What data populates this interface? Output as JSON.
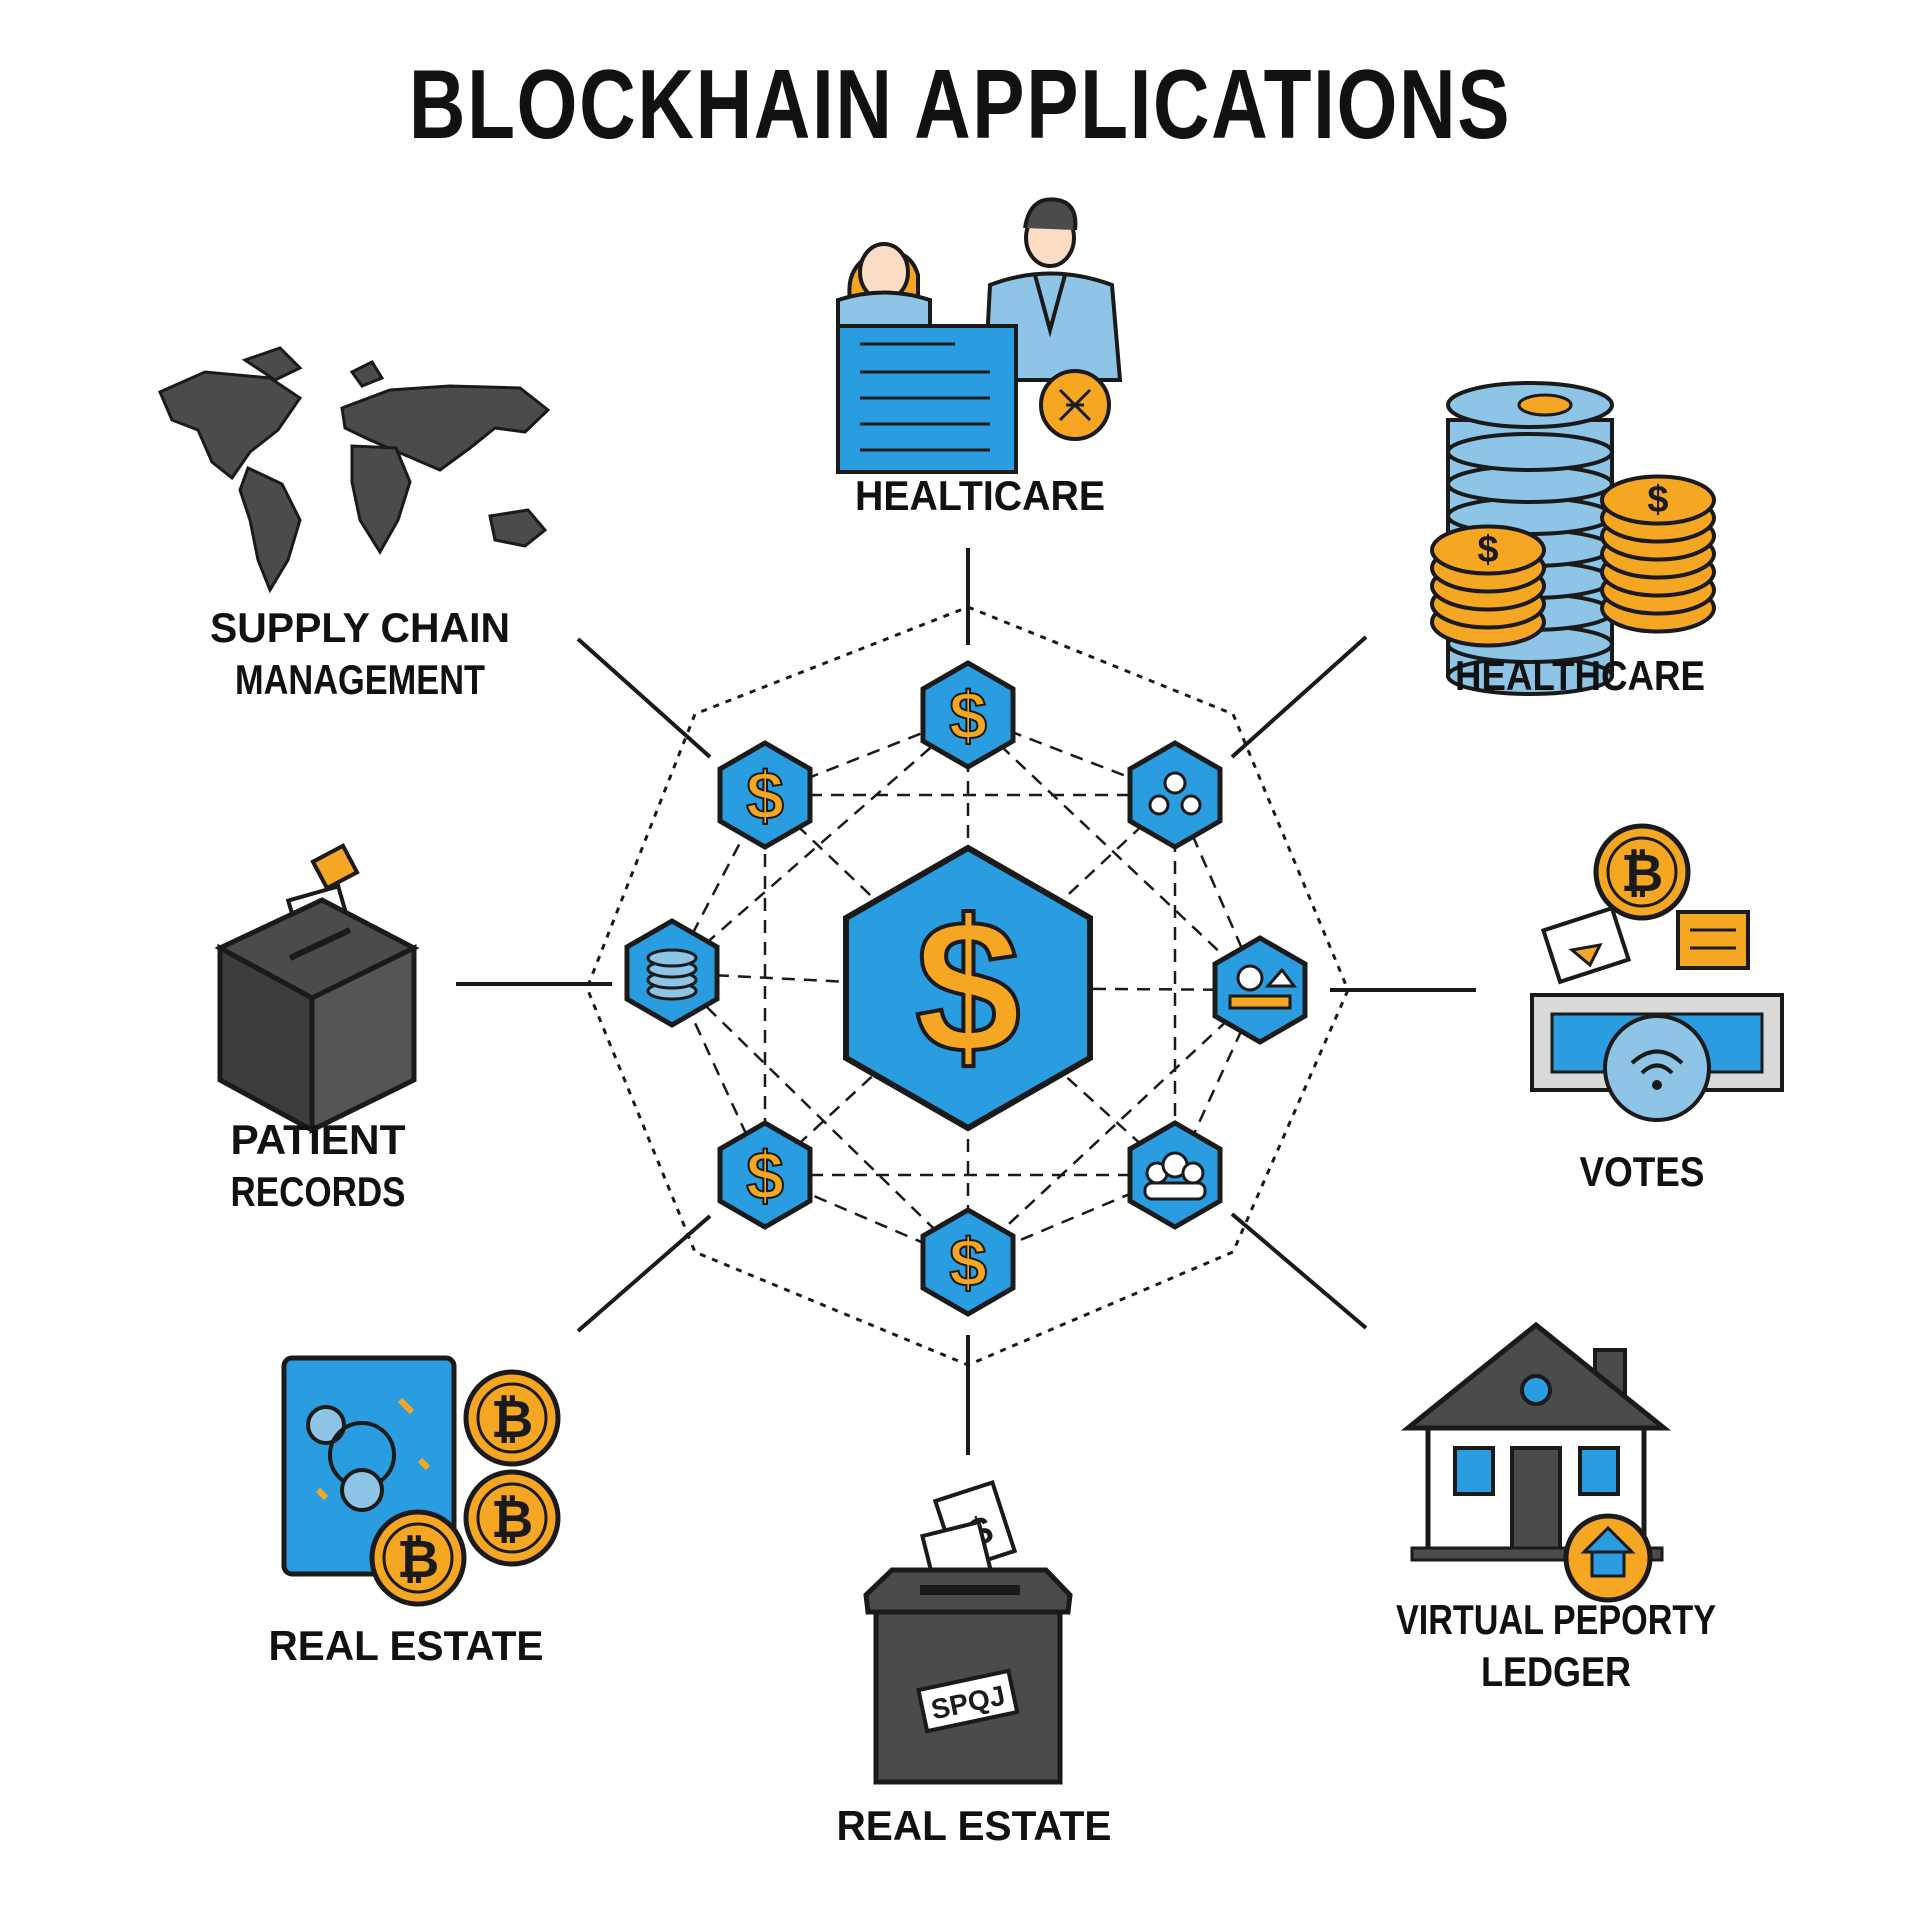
{
  "title": "BLOCKHAIN APPLICATIONS",
  "colors": {
    "blue": "#2a9de0",
    "light_blue": "#8ec5e6",
    "orange": "#f5a623",
    "dark_gray": "#4b4b4b",
    "outline": "#1a1a1a"
  },
  "applications": [
    {
      "id": "healthcare-top",
      "label_lines": [
        "HEALTICARE"
      ],
      "icon": "doctor-patient-icon"
    },
    {
      "id": "healthcare-right",
      "label_lines": [
        "HEALTHCARE"
      ],
      "icon": "database-coins-icon"
    },
    {
      "id": "votes",
      "label_lines": [
        "VOTES"
      ],
      "icon": "voting-machine-icon"
    },
    {
      "id": "virtual-property",
      "label_lines": [
        "VIRTUAL PEPORTY",
        "LEDGER"
      ],
      "icon": "house-icon"
    },
    {
      "id": "real-estate-bottom",
      "label_lines": [
        "REAL ESTATE"
      ],
      "icon": "ballot-box-dollar-icon"
    },
    {
      "id": "real-estate-left",
      "label_lines": [
        "REAL ESTATE"
      ],
      "icon": "bitcoin-card-icon"
    },
    {
      "id": "patient-records",
      "label_lines": [
        "PATIENT",
        "RECORDS"
      ],
      "icon": "ballot-box-icon"
    },
    {
      "id": "supply-chain",
      "label_lines": [
        "SUPPLY CHAIN",
        "MANAGEMENT"
      ],
      "icon": "world-map-icon"
    }
  ],
  "network": {
    "center_icon": "dollar-icon",
    "center_symbol": "$",
    "ring_symbols": [
      "$",
      "",
      "",
      "",
      "$",
      "$",
      "",
      "$"
    ],
    "nodes": [
      {
        "icon": "dollar-icon",
        "symbol": "$"
      },
      {
        "icon": "network-people-icon",
        "symbol": ""
      },
      {
        "icon": "dollar-land-icon",
        "symbol": ""
      },
      {
        "icon": "group-people-icon",
        "symbol": ""
      },
      {
        "icon": "dollar-icon",
        "symbol": "$"
      },
      {
        "icon": "dollar-icon",
        "symbol": "$"
      },
      {
        "icon": "coin-stack-icon",
        "symbol": ""
      },
      {
        "icon": "dollar-icon",
        "symbol": "$"
      }
    ]
  },
  "ballot_sticker": "SPQJ"
}
